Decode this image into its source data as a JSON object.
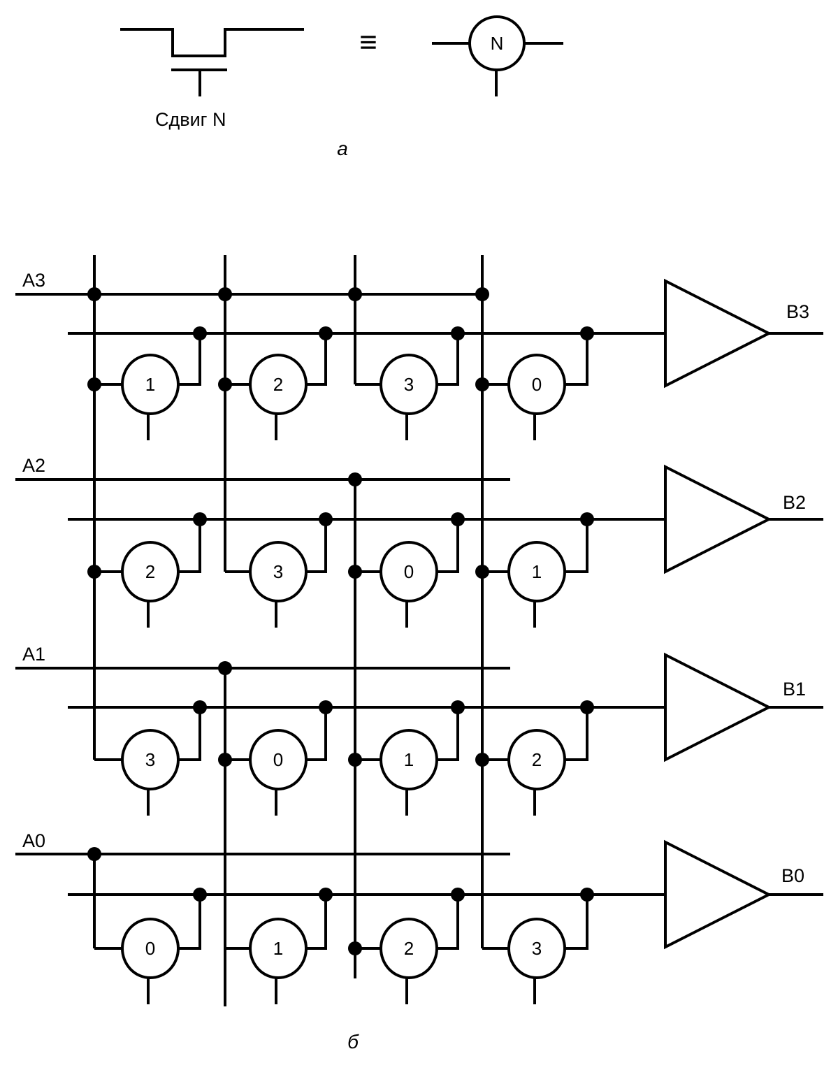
{
  "part_a": {
    "transistor_caption": "Сдвиг N",
    "equivalence_symbol": "≡",
    "switch_symbol_label": "N",
    "caption": "а"
  },
  "part_b": {
    "caption": "б",
    "inputs": [
      "A3",
      "A2",
      "A1",
      "A0"
    ],
    "outputs": [
      "B3",
      "B2",
      "B1",
      "B0"
    ],
    "rows": [
      {
        "output": "B3",
        "switch_shifts": [
          "1",
          "2",
          "3",
          "0"
        ]
      },
      {
        "output": "B2",
        "switch_shifts": [
          "2",
          "3",
          "0",
          "1"
        ]
      },
      {
        "output": "B1",
        "switch_shifts": [
          "3",
          "0",
          "1",
          "2"
        ]
      },
      {
        "output": "B0",
        "switch_shifts": [
          "0",
          "1",
          "2",
          "3"
        ]
      }
    ]
  }
}
